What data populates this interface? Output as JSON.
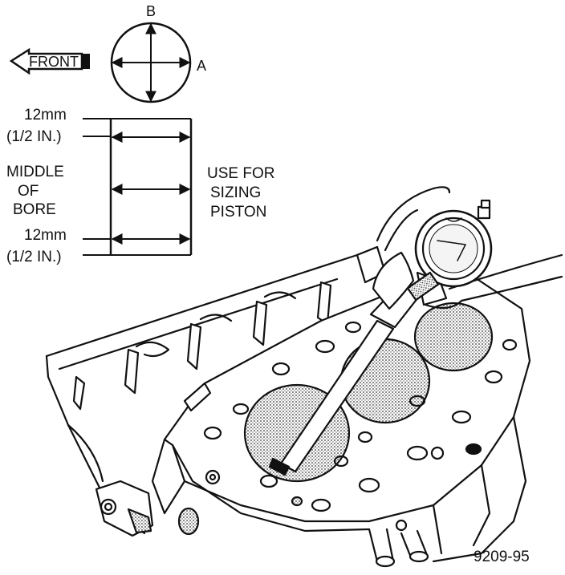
{
  "labels": {
    "front": "FRONT",
    "axis_b": "B",
    "axis_a": "A",
    "top_12mm": "12mm",
    "top_half_in": "(1/2 IN.)",
    "middle_line1": "MIDDLE",
    "middle_line2": "OF",
    "middle_line3": "BORE",
    "bottom_12mm": "12mm",
    "bottom_half_in": "(1/2 IN.)",
    "use_line1": "USE FOR",
    "use_line2": "SIZING",
    "use_line3": "PISTON",
    "figure_number": "9209-95"
  }
}
